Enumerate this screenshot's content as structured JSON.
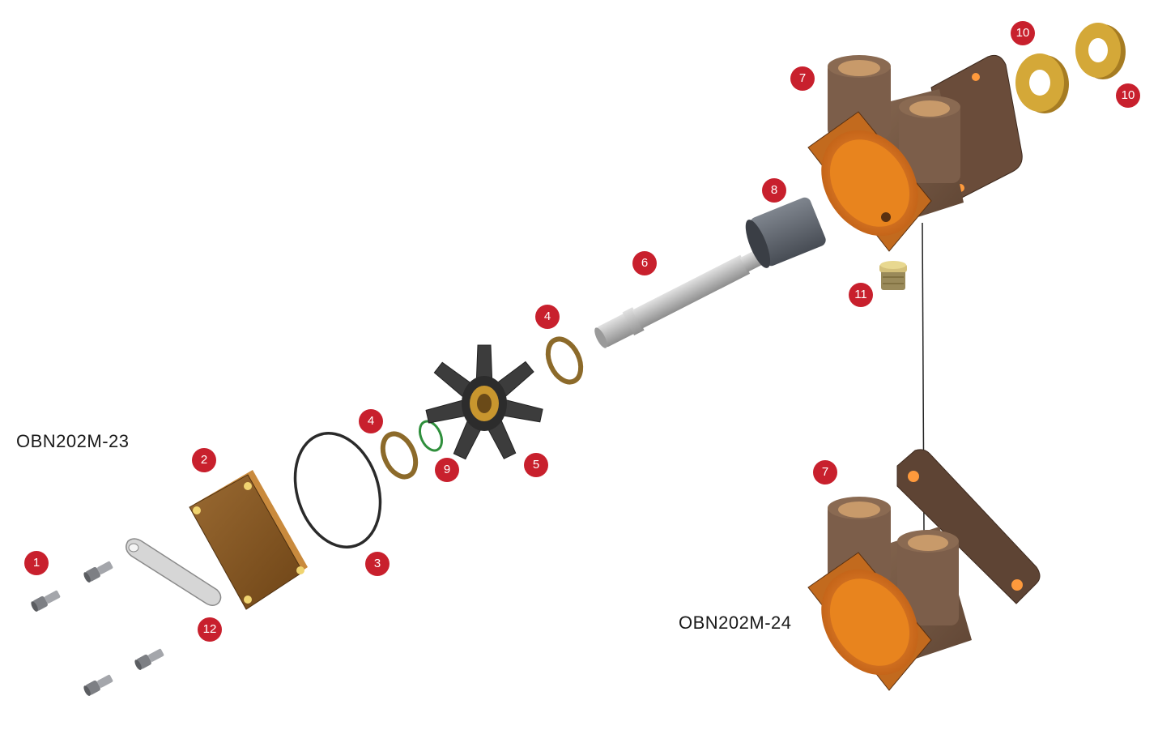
{
  "model_labels": {
    "variant_23": "OBN202M-23",
    "variant_24": "OBN202M-24"
  },
  "callouts": [
    {
      "id": "c1",
      "num": "1"
    },
    {
      "id": "c2",
      "num": "2"
    },
    {
      "id": "c3",
      "num": "3"
    },
    {
      "id": "c4a",
      "num": "4"
    },
    {
      "id": "c4b",
      "num": "4"
    },
    {
      "id": "c5",
      "num": "5"
    },
    {
      "id": "c6",
      "num": "6"
    },
    {
      "id": "c7a",
      "num": "7"
    },
    {
      "id": "c7b",
      "num": "7"
    },
    {
      "id": "c8",
      "num": "8"
    },
    {
      "id": "c9",
      "num": "9"
    },
    {
      "id": "c10a",
      "num": "10"
    },
    {
      "id": "c10b",
      "num": "10"
    },
    {
      "id": "c11",
      "num": "11"
    },
    {
      "id": "c12",
      "num": "12"
    }
  ],
  "colors": {
    "callout": "#c8202d",
    "bronze": "#7a5a44",
    "copper": "#d97a2a",
    "brass": "#c8a050",
    "rubber": "#3c3c3c",
    "steel": "#b4b4b4"
  }
}
